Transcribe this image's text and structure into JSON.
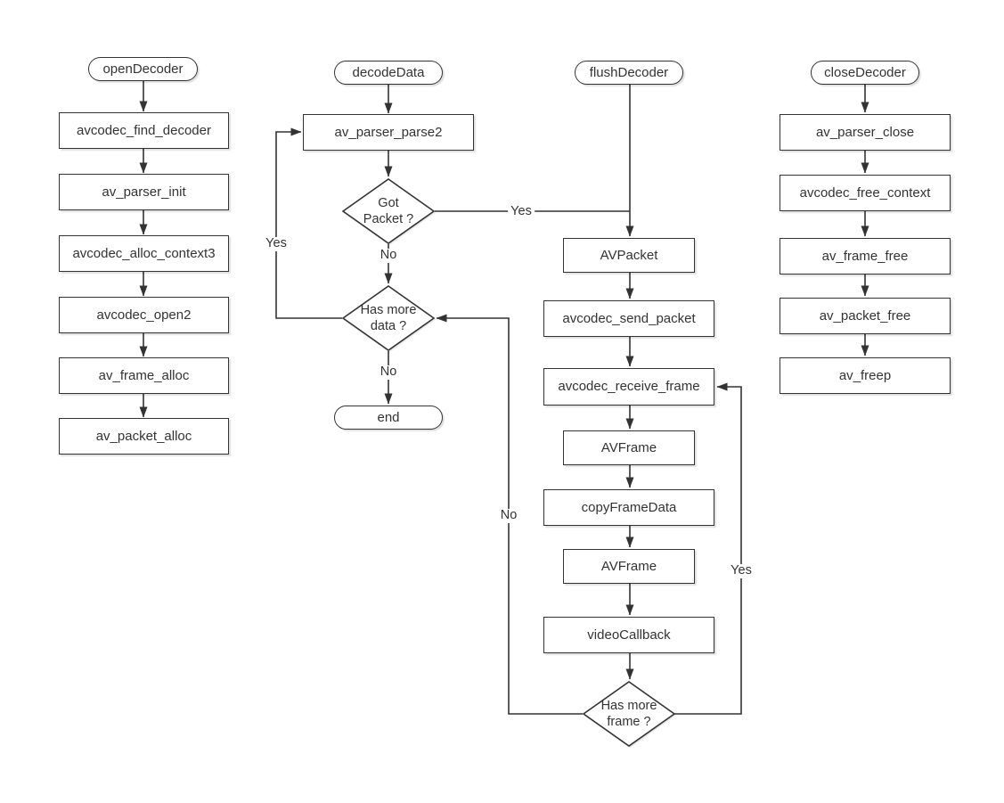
{
  "colors": {
    "stroke": "#333333",
    "node_fill": "#ffffff",
    "text": "#333333",
    "background": "#ffffff"
  },
  "nodes": {
    "open_decoder": "openDecoder",
    "avcodec_find_decoder": "avcodec_find_decoder",
    "av_parser_init": "av_parser_init",
    "avcodec_alloc_context3": "avcodec_alloc_context3",
    "avcodec_open2": "avcodec_open2",
    "av_frame_alloc": "av_frame_alloc",
    "av_packet_alloc": "av_packet_alloc",
    "decode_data": "decodeData",
    "av_parser_parse2": "av_parser_parse2",
    "got_packet": "Got\nPacket ?",
    "has_more_data": "Has more\ndata ?",
    "end": "end",
    "flush_decoder": "flushDecoder",
    "av_packet": "AVPacket",
    "avcodec_send_packet": "avcodec_send_packet",
    "avcodec_receive_frame": "avcodec_receive_frame",
    "av_frame_top": "AVFrame",
    "copy_frame_data": "copyFrameData",
    "av_frame_bottom": "AVFrame",
    "video_callback": "videoCallback",
    "has_more_frame": "Has more\nframe ?",
    "close_decoder": "closeDecoder",
    "av_parser_close": "av_parser_close",
    "avcodec_free_context": "avcodec_free_context",
    "av_frame_free": "av_frame_free",
    "av_packet_free": "av_packet_free",
    "av_freep": "av_freep"
  },
  "edge_labels": {
    "got_packet_yes": "Yes",
    "got_packet_no": "No",
    "has_more_data_yes": "Yes",
    "has_more_data_no": "No",
    "has_more_frame_yes": "Yes",
    "has_more_frame_no": "No"
  },
  "edges": [
    {
      "from": "open_decoder",
      "to": "avcodec_find_decoder",
      "label": ""
    },
    {
      "from": "avcodec_find_decoder",
      "to": "av_parser_init",
      "label": ""
    },
    {
      "from": "av_parser_init",
      "to": "avcodec_alloc_context3",
      "label": ""
    },
    {
      "from": "avcodec_alloc_context3",
      "to": "avcodec_open2",
      "label": ""
    },
    {
      "from": "avcodec_open2",
      "to": "av_frame_alloc",
      "label": ""
    },
    {
      "from": "av_frame_alloc",
      "to": "av_packet_alloc",
      "label": ""
    },
    {
      "from": "decode_data",
      "to": "av_parser_parse2",
      "label": ""
    },
    {
      "from": "av_parser_parse2",
      "to": "got_packet",
      "label": ""
    },
    {
      "from": "got_packet",
      "to": "has_more_data",
      "label": "No"
    },
    {
      "from": "got_packet",
      "to": "av_packet",
      "label": "Yes"
    },
    {
      "from": "has_more_data",
      "to": "av_parser_parse2",
      "label": "Yes"
    },
    {
      "from": "has_more_data",
      "to": "end",
      "label": "No"
    },
    {
      "from": "flush_decoder",
      "to": "av_packet",
      "label": ""
    },
    {
      "from": "av_packet",
      "to": "avcodec_send_packet",
      "label": ""
    },
    {
      "from": "avcodec_send_packet",
      "to": "avcodec_receive_frame",
      "label": ""
    },
    {
      "from": "avcodec_receive_frame",
      "to": "av_frame_top",
      "label": ""
    },
    {
      "from": "av_frame_top",
      "to": "copy_frame_data",
      "label": ""
    },
    {
      "from": "copy_frame_data",
      "to": "av_frame_bottom",
      "label": ""
    },
    {
      "from": "av_frame_bottom",
      "to": "video_callback",
      "label": ""
    },
    {
      "from": "video_callback",
      "to": "has_more_frame",
      "label": ""
    },
    {
      "from": "has_more_frame",
      "to": "avcodec_receive_frame",
      "label": "Yes"
    },
    {
      "from": "has_more_frame",
      "to": "has_more_data",
      "label": "No"
    },
    {
      "from": "close_decoder",
      "to": "av_parser_close",
      "label": ""
    },
    {
      "from": "av_parser_close",
      "to": "avcodec_free_context",
      "label": ""
    },
    {
      "from": "avcodec_free_context",
      "to": "av_frame_free",
      "label": ""
    },
    {
      "from": "av_frame_free",
      "to": "av_packet_free",
      "label": ""
    },
    {
      "from": "av_packet_free",
      "to": "av_freep",
      "label": ""
    }
  ]
}
